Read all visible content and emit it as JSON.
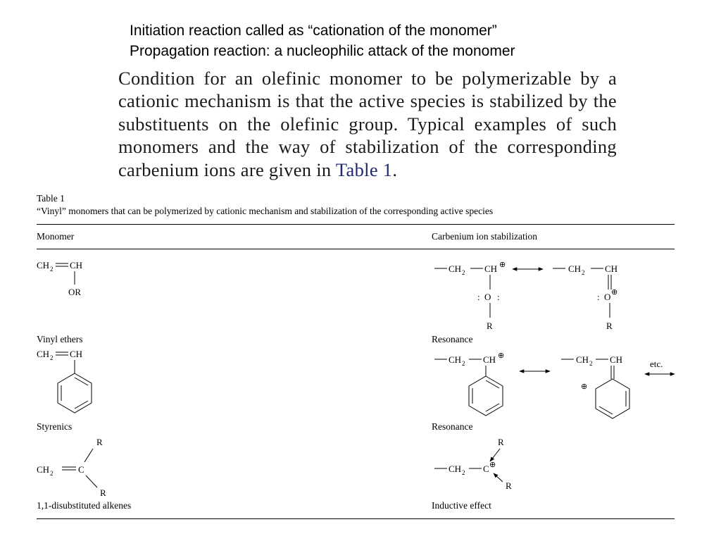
{
  "slide": {
    "heading_line1": "Initiation reaction called as “cationation of the monomer”",
    "heading_line2": "Propagation reaction: a nucleophilic attack of the monomer",
    "excerpt_body": "Condition for an olefinic monomer to be polymerizable by a cationic mechanism is that the active species is stabilized by the substituents on the olefinic group. Typical examples of such monomers and the way of stabilization of the corresponding carbenium ions are given in ",
    "excerpt_ref": "Table 1",
    "excerpt_end": "."
  },
  "table": {
    "label": "Table 1",
    "caption": "“Vinyl” monomers that can be polymerized by cationic mechanism and stabilization of the corresponding active species",
    "headers": {
      "monomer": "Monomer",
      "stabilization": "Carbenium ion stabilization"
    },
    "rows": [
      {
        "monomer_name": "Vinyl ethers",
        "stabilization_type": "Resonance"
      },
      {
        "monomer_name": "Styrenics",
        "stabilization_type": "Resonance"
      },
      {
        "monomer_name": "1,1-disubstituted alkenes",
        "stabilization_type": "Inductive effect"
      }
    ]
  },
  "structures": {
    "ch2": "CH",
    "sub2": "2",
    "ch": "CH",
    "c": "C",
    "or": "OR",
    "r": "R",
    "o": "O",
    "plus": "⊕",
    "dash": "—",
    "lone_pair": ":",
    "etc": "etc."
  }
}
